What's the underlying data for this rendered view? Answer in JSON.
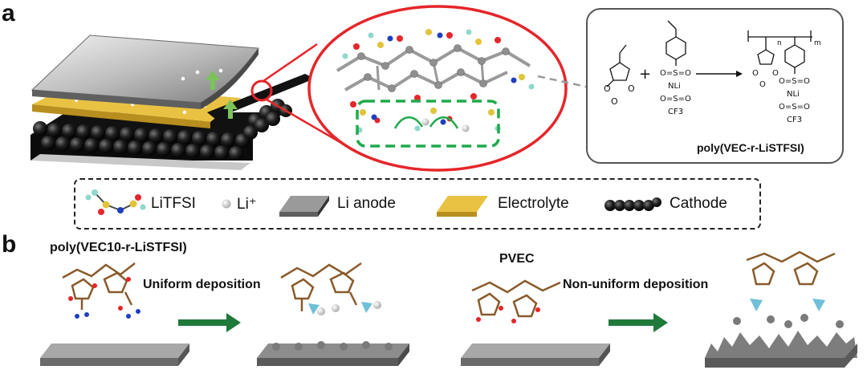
{
  "panels": {
    "a": "a",
    "b": "b"
  },
  "scheme": {
    "plus": "+",
    "product_label": "poly(VEC-r-LiSTFSI)",
    "reagent_groups": [
      "O=S=O",
      "NLi",
      "O=S=O",
      "CF3"
    ],
    "product_groups": [
      "O=S=O",
      "NLi",
      "O=S=O",
      "CF3"
    ],
    "subscripts": [
      "n",
      "m"
    ]
  },
  "legend": {
    "items": [
      "LiTFSI",
      "Li⁺",
      "Li anode",
      "Electrolyte",
      "Cathode"
    ]
  },
  "panel_b": {
    "left_title": "poly(VEC10-r-LiSTFSI)",
    "left_process": "Uniform deposition",
    "right_title": "PVEC",
    "right_process": "Non-uniform deposition"
  },
  "colors": {
    "red_ring": "#e5262a",
    "green_dash": "#1faa4b",
    "electrolyte": "#e9c244",
    "arrow_green": "#1f7a3a",
    "anode_gray": "#8c8c8c"
  }
}
